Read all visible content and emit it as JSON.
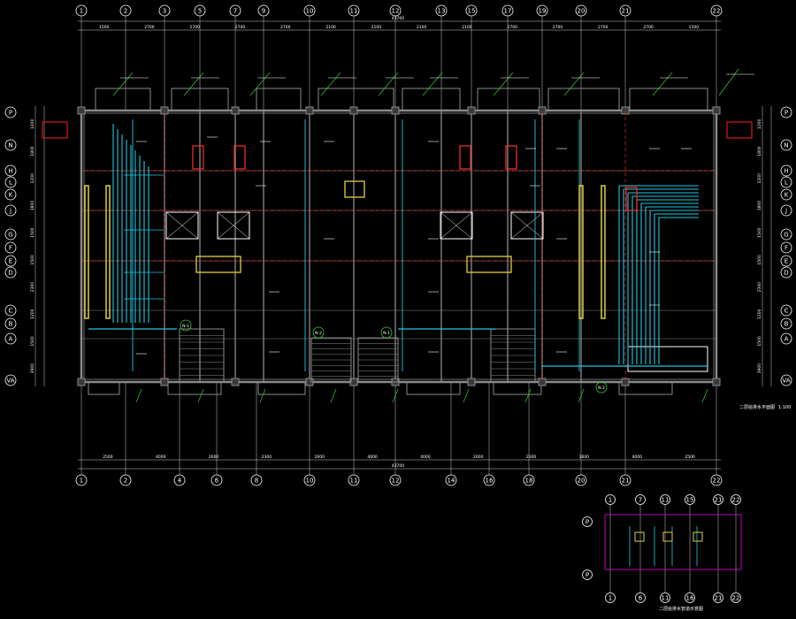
{
  "colors": {
    "background": "#000000",
    "wall": "#8a8a8a",
    "pipe": "#20c8e0",
    "axis": "#ffffff",
    "hidden": "#ff3030",
    "fixture": "#e0d040",
    "leader": "#30d030",
    "note_box": "#ff2020",
    "inset_frame": "#c000c0"
  },
  "grid": {
    "top_labels": [
      "1",
      "2",
      "3",
      "5",
      "7",
      "9",
      "10",
      "11",
      "12",
      "13",
      "15",
      "17",
      "19",
      "20",
      "21",
      "22"
    ],
    "bottom_labels": [
      "1",
      "2",
      "4",
      "6",
      "8",
      "10",
      "11",
      "12",
      "14",
      "16",
      "18",
      "20",
      "21",
      "22"
    ],
    "row_labels": [
      "P",
      "N",
      "H",
      "L",
      "K",
      "J",
      "G",
      "F",
      "E",
      "D",
      "C",
      "B",
      "A",
      "VA"
    ]
  },
  "dimensions": {
    "top_overall": "43700",
    "bottom_overall": "43700",
    "top_segments": [
      "1500",
      "2700",
      "2700",
      "2700",
      "2700",
      "2100",
      "2100",
      "2100",
      "2100",
      "2700",
      "2700",
      "2700",
      "2700",
      "1500"
    ],
    "bottom_segments": [
      "2500",
      "4000",
      "2600",
      "2300",
      "2600",
      "4000",
      "4000",
      "2600",
      "2300",
      "2600",
      "4000",
      "2500"
    ],
    "left_segments": [
      "1200",
      "1800",
      "1200",
      "1800",
      "1500",
      "1500",
      "2300",
      "1200",
      "1500",
      "3900"
    ],
    "right_segments": [
      "1200",
      "1800",
      "1200",
      "1800",
      "1500",
      "1500",
      "2300",
      "1200",
      "1500",
      "3900"
    ]
  },
  "plan": {
    "title": "二层给排水平面图",
    "scale": "1:100",
    "inset_title": "二层给排水管道示意图"
  },
  "markers": [
    "N-1",
    "N-2",
    "N-1",
    "N-2"
  ]
}
